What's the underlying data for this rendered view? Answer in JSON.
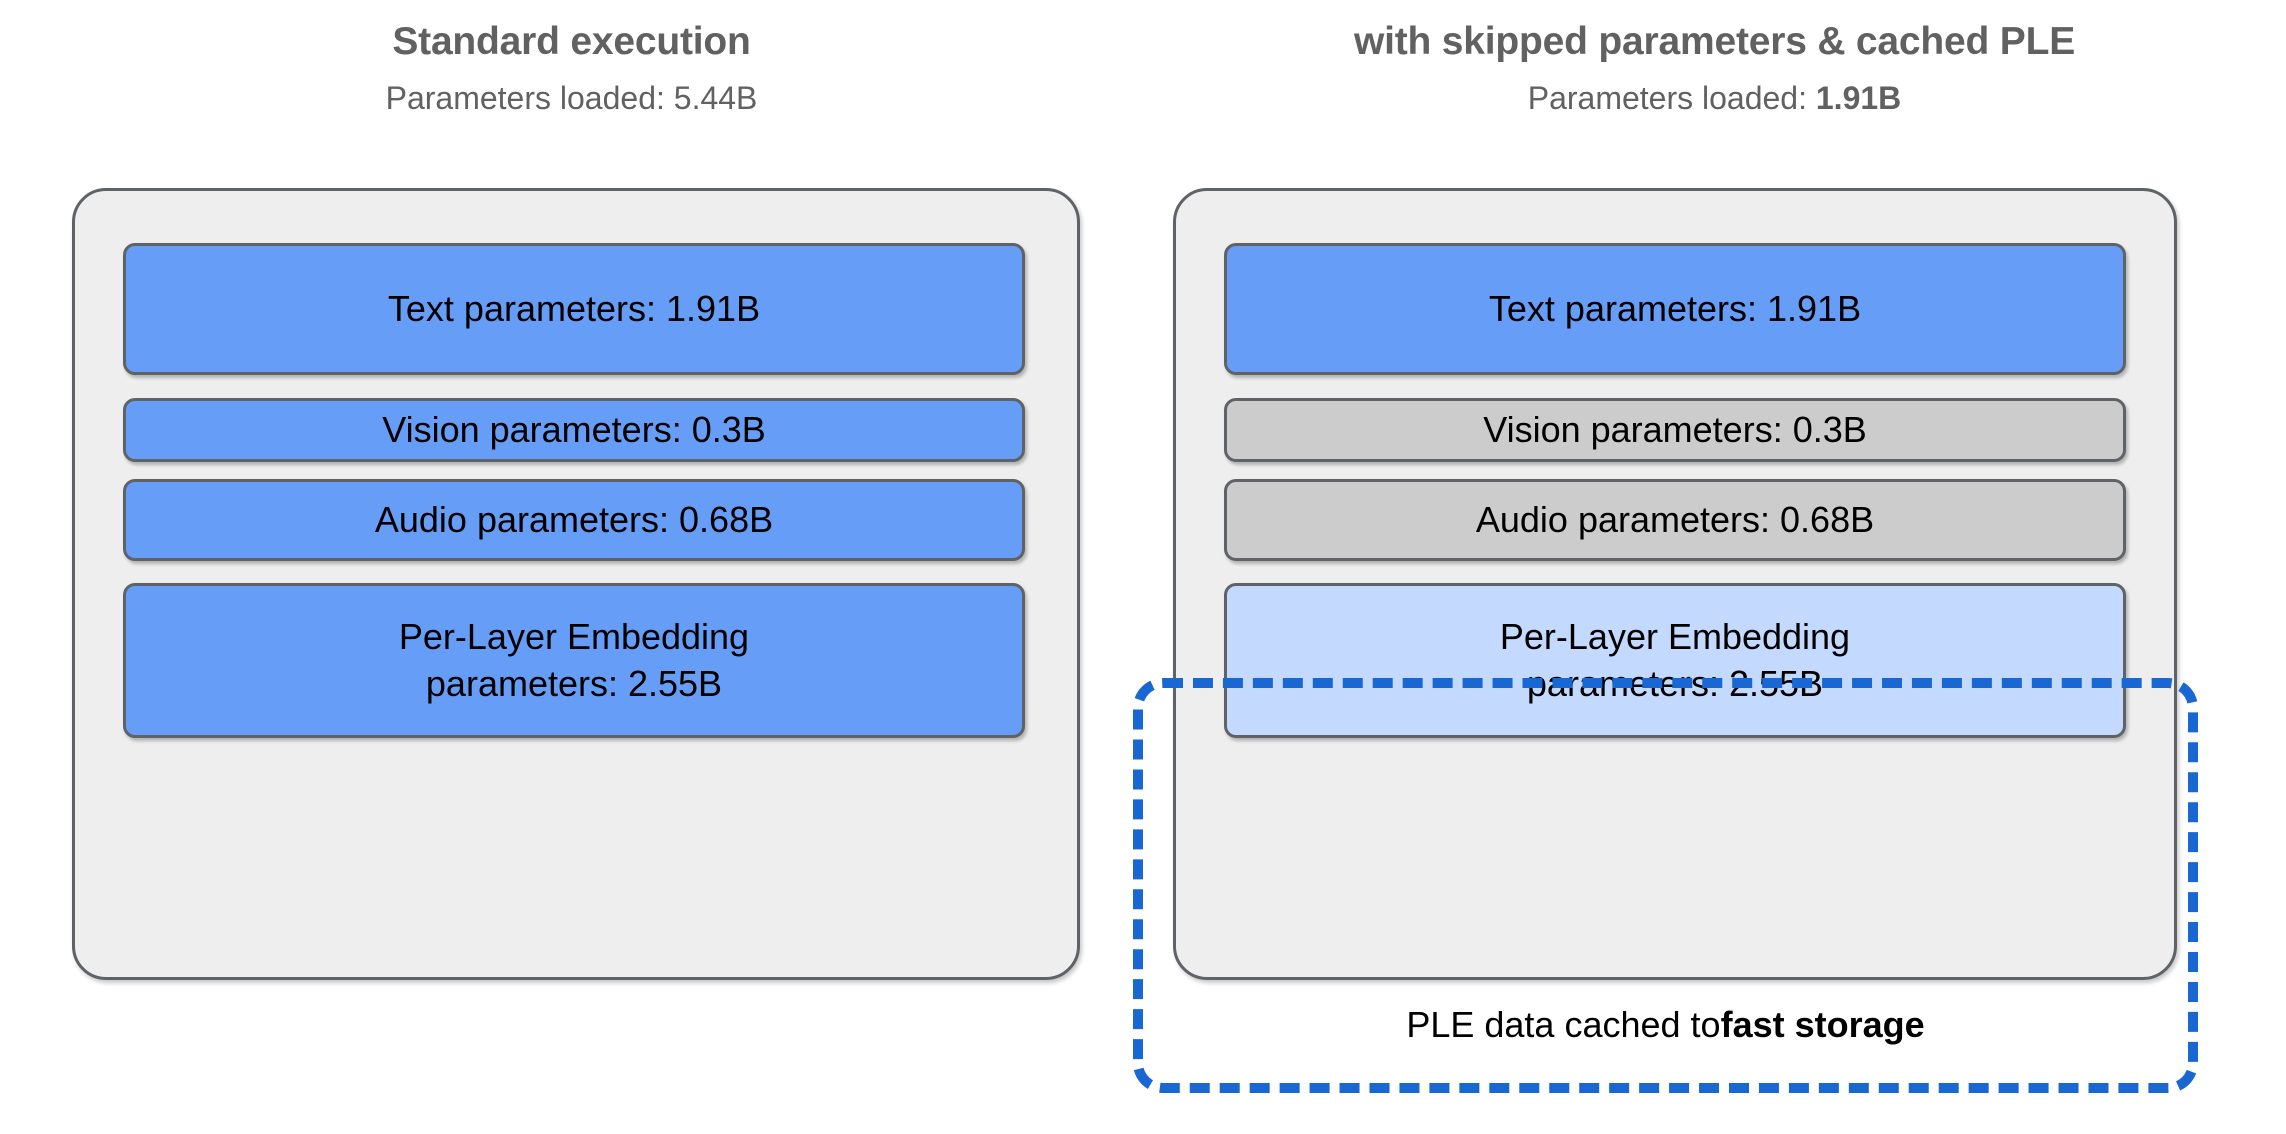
{
  "colors": {
    "active_block": "#669DF6",
    "skipped_block": "#CCCCCC",
    "cached_block": "#C3D9FD",
    "panel_background": "#EEEEEE",
    "panel_border": "#5F6368",
    "cache_outline": "#1967D2",
    "title_text": "#616161",
    "body_text": "#000000",
    "page_background": "#FFFFFF"
  },
  "columns": [
    {
      "id": "standard",
      "title": "Standard execution",
      "subtitle_prefix": "Parameters loaded: ",
      "subtitle_value": "5.44B",
      "subtitle_value_bold": false,
      "blocks": [
        {
          "label": "Text parameters: 1.91B",
          "state": "active"
        },
        {
          "label": "Vision parameters: 0.3B",
          "state": "active"
        },
        {
          "label": "Audio parameters: 0.68B",
          "state": "active"
        },
        {
          "label_line1": "Per-Layer Embedding",
          "label_line2": "parameters: 2.55B",
          "state": "active"
        }
      ]
    },
    {
      "id": "skipped",
      "title": "with skipped parameters & cached PLE",
      "subtitle_prefix": "Parameters loaded: ",
      "subtitle_value": "1.91B",
      "subtitle_value_bold": true,
      "blocks": [
        {
          "label": "Text parameters: 1.91B",
          "state": "active"
        },
        {
          "label": "Vision parameters: 0.3B",
          "state": "skipped"
        },
        {
          "label": "Audio parameters: 0.68B",
          "state": "skipped"
        },
        {
          "label_line1": "Per-Layer Embedding",
          "label_line2": "parameters: 2.55B",
          "state": "cached"
        }
      ],
      "cache_caption_prefix": "PLE data cached to ",
      "cache_caption_emphasis": "fast storage"
    }
  ]
}
